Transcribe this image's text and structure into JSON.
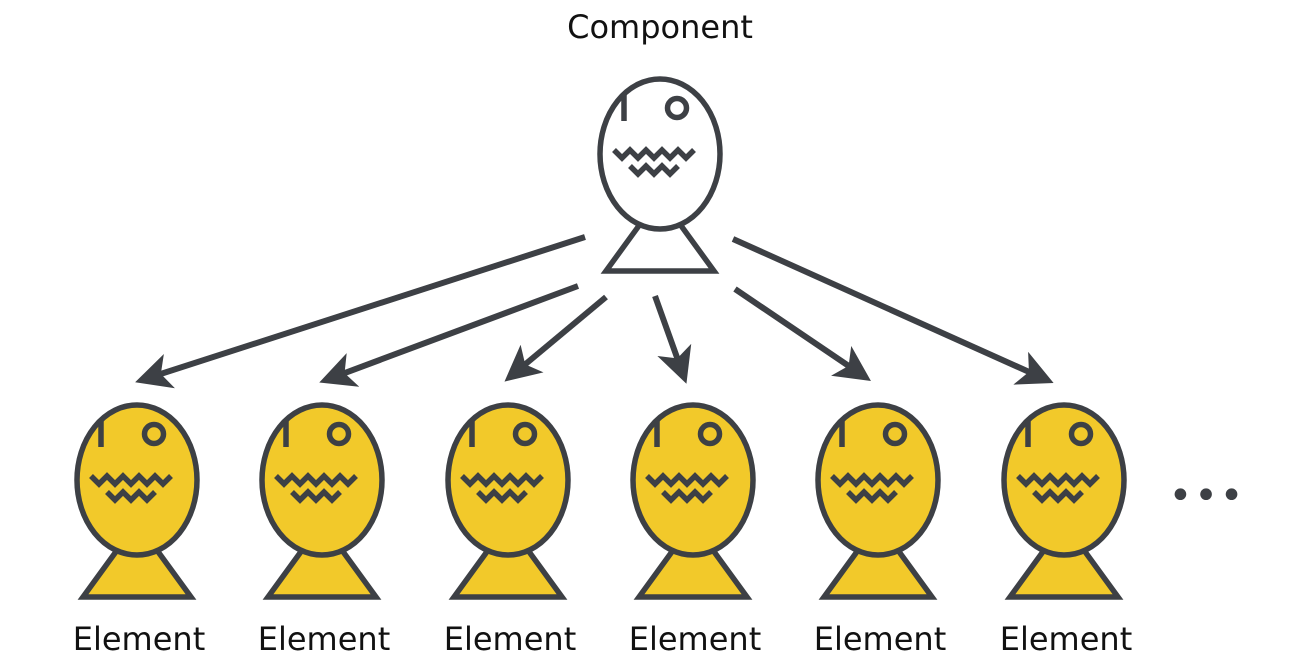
{
  "component": {
    "label": "Component",
    "fill": "#ffffff"
  },
  "elements": [
    {
      "label": "Element"
    },
    {
      "label": "Element"
    },
    {
      "label": "Element"
    },
    {
      "label": "Element"
    },
    {
      "label": "Element"
    },
    {
      "label": "Element"
    }
  ],
  "more_indicator": "•••",
  "colors": {
    "stroke": "#3d4045",
    "element_fill": "#f2c92a",
    "component_fill": "#ffffff",
    "text": "#111111"
  },
  "icons": {
    "character": "fish-character-icon"
  }
}
